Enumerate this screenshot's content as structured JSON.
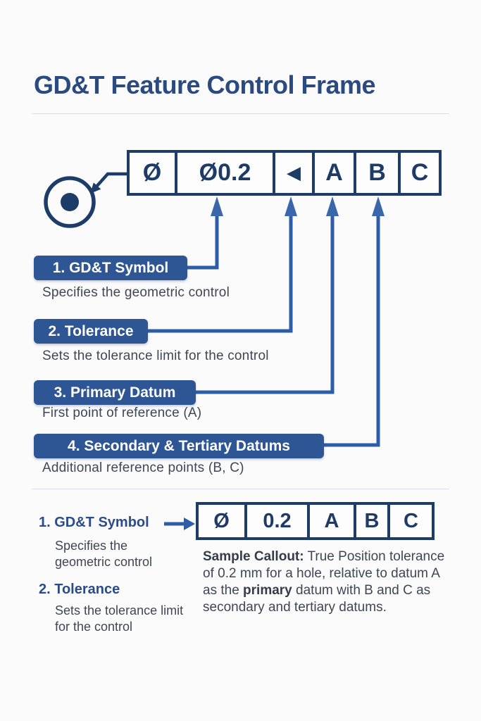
{
  "page": {
    "title": "GD&T Feature Control Frame"
  },
  "colors": {
    "navy_frame": "#1d3c68",
    "badge_blue": "#2f5694",
    "connector_blue": "#2d5da8",
    "title_blue": "#2a4a80",
    "body_text": "#3f4654"
  },
  "frame_top": {
    "cells": [
      "Ø",
      "Ø0.2",
      "◀",
      "A",
      "B",
      "C"
    ]
  },
  "callouts": [
    {
      "label": "1. GD&T Symbol",
      "description": "Specifies the geometric control"
    },
    {
      "label": "2. Tolerance",
      "description": "Sets the tolerance limit for the control"
    },
    {
      "label": "3. Primary Datum",
      "description": "First point of reference (A)"
    },
    {
      "label": "4. Secondary & Tertiary Datums",
      "description": "Additional reference points (B, C)"
    }
  ],
  "bottom": {
    "items": [
      {
        "label": "1. GD&T Symbol",
        "description_lines": [
          "Specifies the",
          "geometric control"
        ]
      },
      {
        "label": "2. Tolerance",
        "description_lines": [
          "Sets the tolerance limit",
          "for the control"
        ]
      }
    ],
    "frame": {
      "cells": [
        "Ø",
        "0.2",
        "A",
        "B",
        "C"
      ]
    },
    "sample_callout": {
      "bold_lead": "Sample Callout:",
      "text_after_lead": " True Position tolerance of 0.2 mm for a hole, relative to datum A as the ",
      "bold_mid": "primary",
      "text_tail": " datum with B and C as secondary and tertiary datums."
    }
  }
}
